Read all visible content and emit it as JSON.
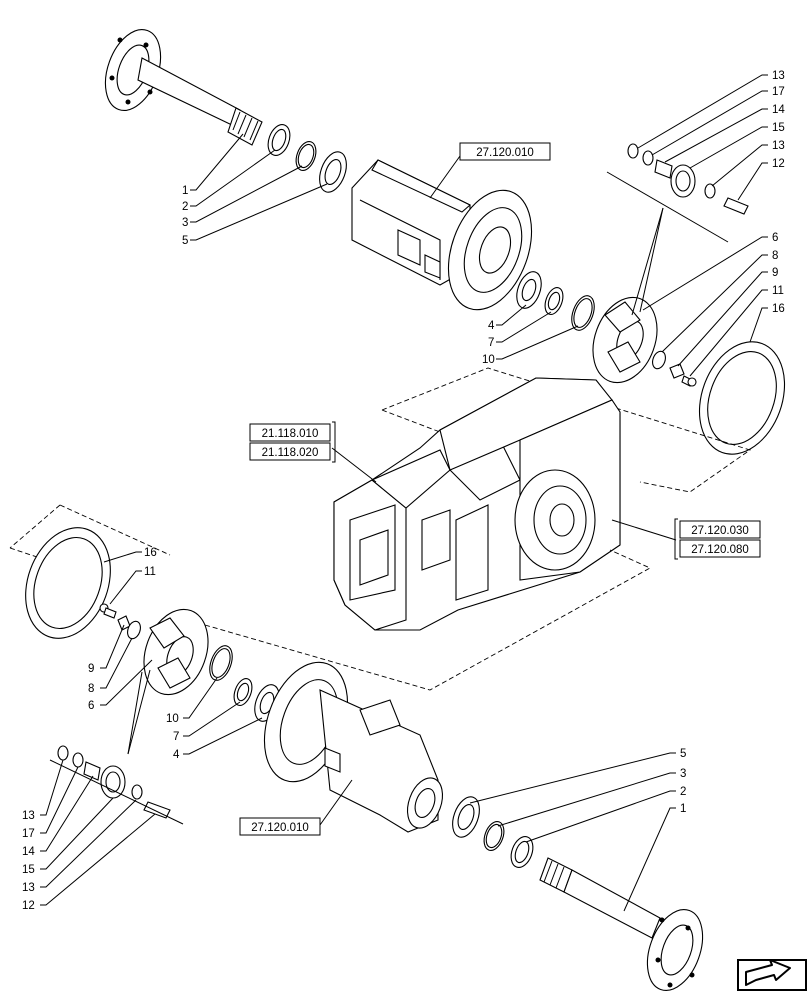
{
  "diagram": {
    "callouts": {
      "upper_left": [
        "1",
        "2",
        "3",
        "5"
      ],
      "upper_mid": [
        "4",
        "7",
        "10"
      ],
      "upper_right_stack": [
        "13",
        "17",
        "14",
        "15",
        "13",
        "12"
      ],
      "right_mid": [
        "6",
        "8",
        "9",
        "11",
        "16"
      ],
      "lower_left": [
        "16",
        "11",
        "9",
        "8",
        "6"
      ],
      "lower_mid": [
        "10",
        "7",
        "4"
      ],
      "lower_left_stack": [
        "13",
        "17",
        "14",
        "15",
        "13",
        "12"
      ],
      "lower_right": [
        "5",
        "3",
        "2",
        "1"
      ]
    },
    "references": {
      "upper_housing": "27.120.010",
      "center_left_a": "21.118.010",
      "center_left_b": "21.118.020",
      "center_right_a": "27.120.030",
      "center_right_b": "27.120.080",
      "lower_housing": "27.120.010"
    },
    "nav_icon": "back-arrow-icon"
  }
}
